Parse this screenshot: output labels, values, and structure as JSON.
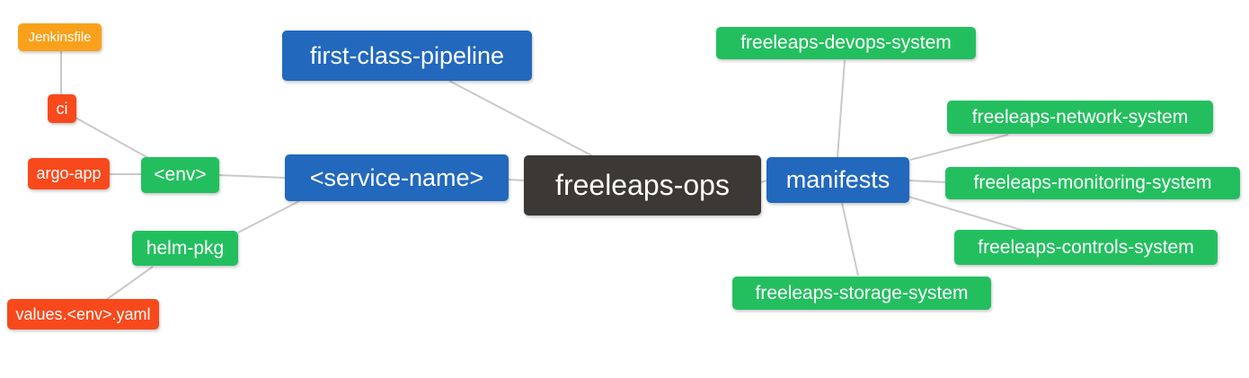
{
  "diagram": {
    "type": "mindmap",
    "root_label": "freeleaps-ops"
  },
  "colors": {
    "root_bg": "#3b3835",
    "branch_blue": "#2268bd",
    "leaf_green": "#23bf5f",
    "leaf_red": "#f8491c",
    "leaf_orange": "#f9a11b",
    "edge_line": "#c9c9c9",
    "text": "#ffffff"
  },
  "nodes": [
    {
      "id": "freeleaps-ops",
      "label": "freeleaps-ops",
      "level": 0,
      "color": "#3b3835"
    },
    {
      "id": "first-class-pipeline",
      "label": "first-class-pipeline",
      "level": 1,
      "color": "#2268bd"
    },
    {
      "id": "service-name",
      "label": "<service-name>",
      "level": 1,
      "color": "#2268bd"
    },
    {
      "id": "manifests",
      "label": "manifests",
      "level": 1,
      "color": "#2268bd"
    },
    {
      "id": "env",
      "label": "<env>",
      "level": 2,
      "color": "#23bf5f"
    },
    {
      "id": "helm-pkg",
      "label": "helm-pkg",
      "level": 2,
      "color": "#23bf5f"
    },
    {
      "id": "ci",
      "label": "ci",
      "level": 3,
      "color": "#f8491c"
    },
    {
      "id": "argo-app",
      "label": "argo-app",
      "level": 3,
      "color": "#f8491c"
    },
    {
      "id": "values-env-yaml",
      "label": "values.<env>.yaml",
      "level": 3,
      "color": "#f8491c"
    },
    {
      "id": "jenkinsfile",
      "label": "Jenkinsfile",
      "level": 4,
      "color": "#f9a11b"
    },
    {
      "id": "freeleaps-devops-system",
      "label": "freeleaps-devops-system",
      "level": 2,
      "color": "#23bf5f"
    },
    {
      "id": "freeleaps-network-system",
      "label": "freeleaps-network-system",
      "level": 2,
      "color": "#23bf5f"
    },
    {
      "id": "freeleaps-monitoring-system",
      "label": "freeleaps-monitoring-system",
      "level": 2,
      "color": "#23bf5f"
    },
    {
      "id": "freeleaps-controls-system",
      "label": "freeleaps-controls-system",
      "level": 2,
      "color": "#23bf5f"
    },
    {
      "id": "freeleaps-storage-system",
      "label": "freeleaps-storage-system",
      "level": 2,
      "color": "#23bf5f"
    }
  ],
  "edges": [
    {
      "from": "jenkinsfile",
      "to": "ci"
    },
    {
      "from": "ci",
      "to": "env"
    },
    {
      "from": "argo-app",
      "to": "env"
    },
    {
      "from": "env",
      "to": "service-name"
    },
    {
      "from": "helm-pkg",
      "to": "service-name"
    },
    {
      "from": "values-env-yaml",
      "to": "helm-pkg"
    },
    {
      "from": "first-class-pipeline",
      "to": "freeleaps-ops"
    },
    {
      "from": "service-name",
      "to": "freeleaps-ops"
    },
    {
      "from": "freeleaps-ops",
      "to": "manifests"
    },
    {
      "from": "manifests",
      "to": "freeleaps-devops-system"
    },
    {
      "from": "manifests",
      "to": "freeleaps-network-system"
    },
    {
      "from": "manifests",
      "to": "freeleaps-monitoring-system"
    },
    {
      "from": "manifests",
      "to": "freeleaps-controls-system"
    },
    {
      "from": "manifests",
      "to": "freeleaps-storage-system"
    }
  ]
}
